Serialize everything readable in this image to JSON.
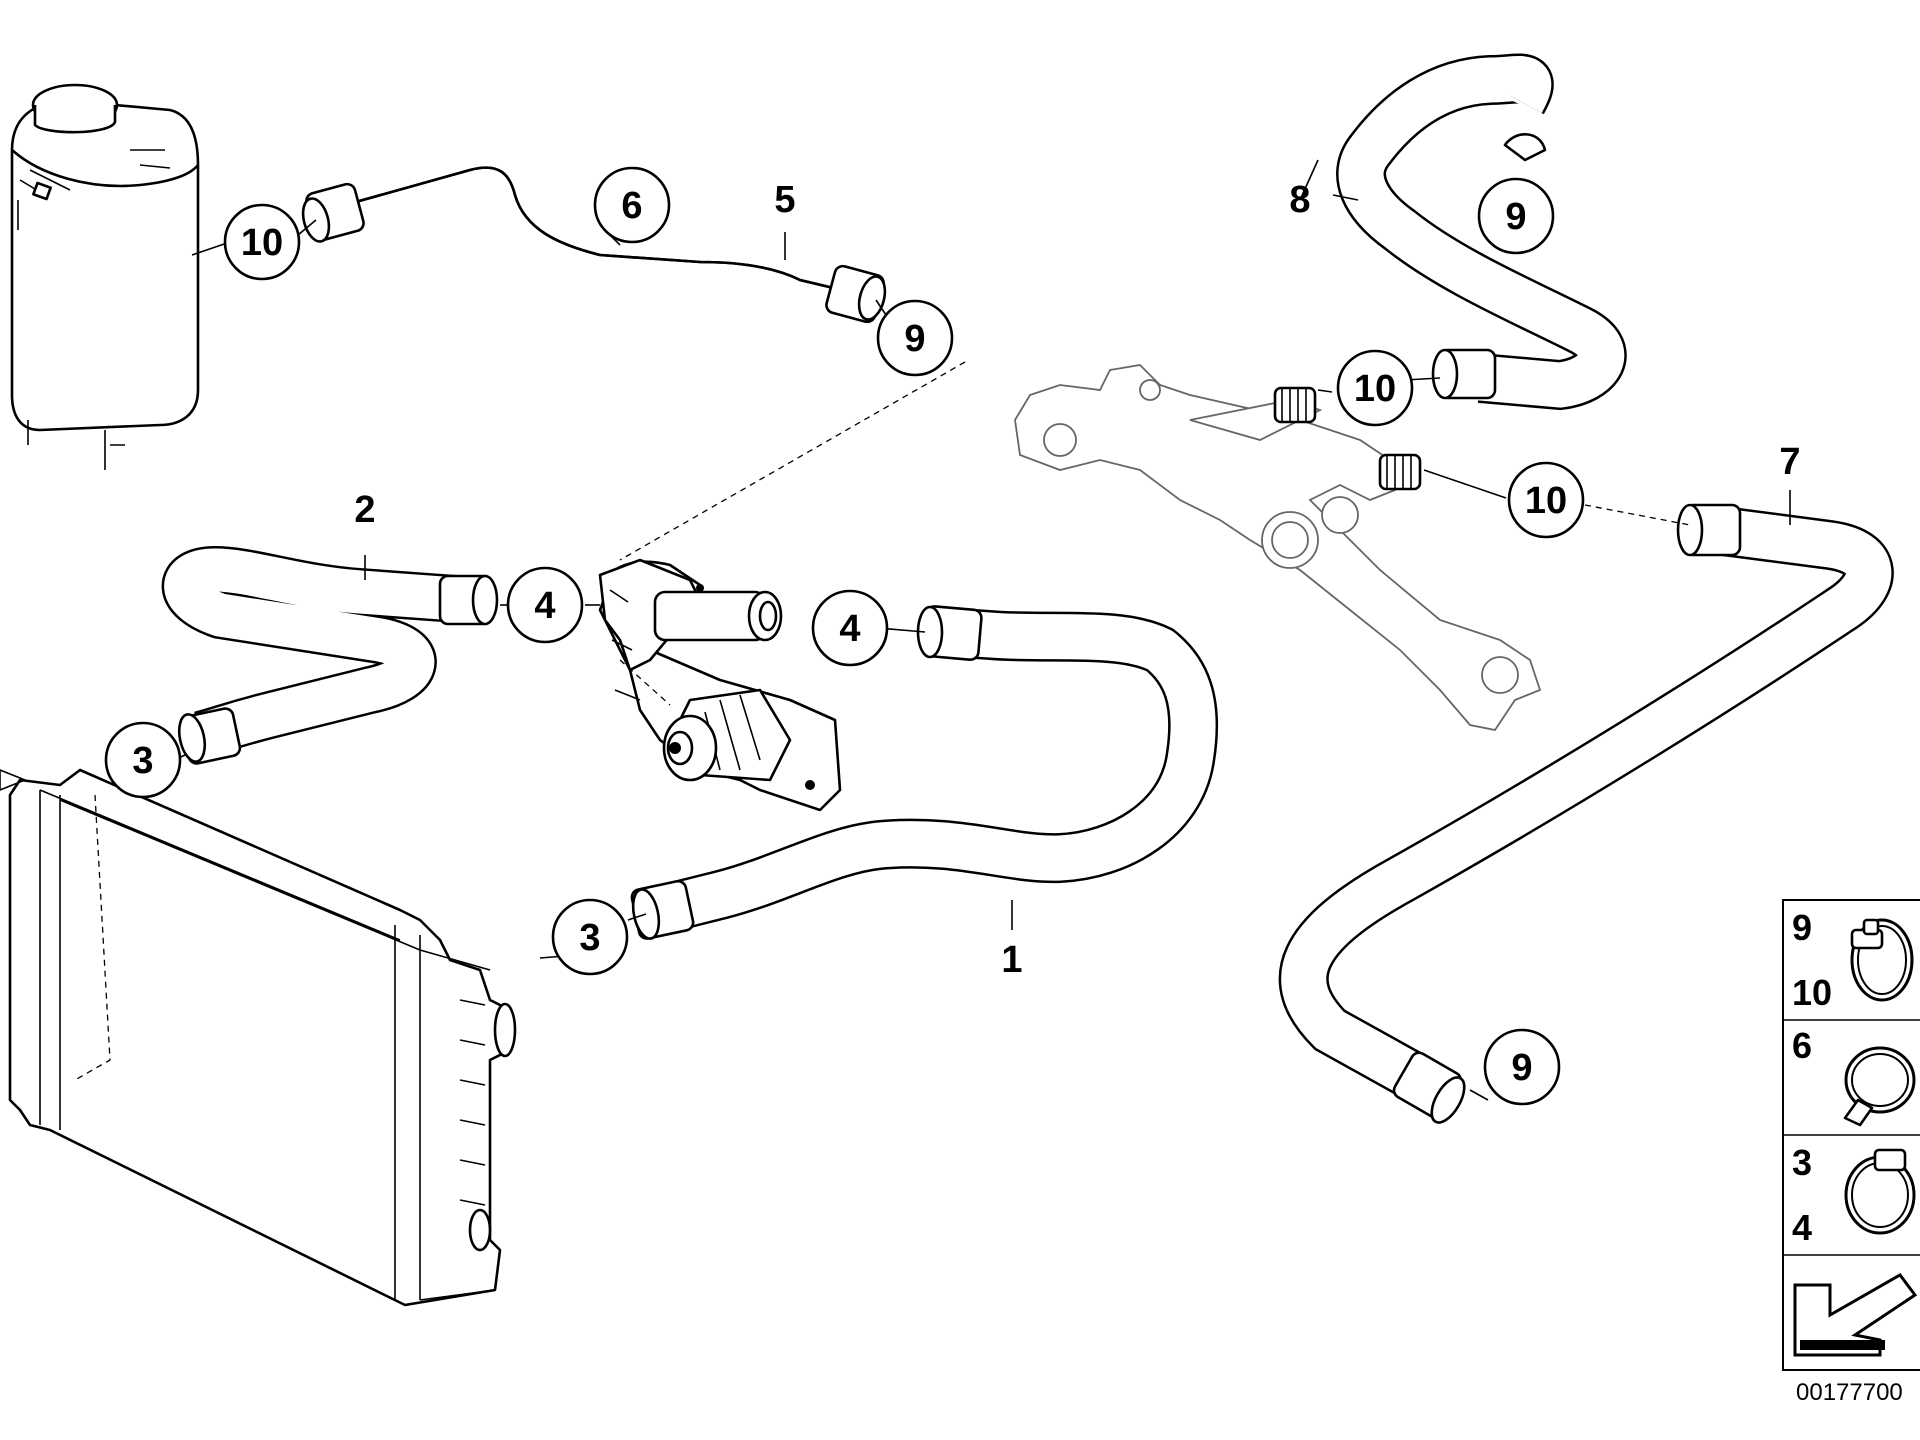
{
  "diagram": {
    "callouts": [
      {
        "id": "callout-10-tank",
        "label": "10"
      },
      {
        "id": "callout-6",
        "label": "6"
      },
      {
        "id": "callout-9-upper-mid",
        "label": "9"
      },
      {
        "id": "callout-9-upper-right",
        "label": "9"
      },
      {
        "id": "callout-10-right-upper",
        "label": "10"
      },
      {
        "id": "callout-10-right-lower",
        "label": "10"
      },
      {
        "id": "callout-4-left",
        "label": "4"
      },
      {
        "id": "callout-4-right",
        "label": "4"
      },
      {
        "id": "callout-3-upper",
        "label": "3"
      },
      {
        "id": "callout-3-lower",
        "label": "3"
      },
      {
        "id": "callout-9-lower-right",
        "label": "9"
      }
    ],
    "part_labels": [
      {
        "id": "label-1",
        "label": "1"
      },
      {
        "id": "label-2",
        "label": "2"
      },
      {
        "id": "label-5",
        "label": "5"
      },
      {
        "id": "label-7",
        "label": "7"
      },
      {
        "id": "label-8",
        "label": "8"
      }
    ],
    "legend": [
      {
        "top": "9",
        "bottom": "10",
        "icon": "screw-clamp-icon"
      },
      {
        "top": "6",
        "bottom": "",
        "icon": "spring-clamp-icon"
      },
      {
        "top": "3",
        "bottom": "4",
        "icon": "hose-clamp-icon"
      }
    ],
    "legend_arrow_icon": "direction-arrow-icon",
    "diagram_id": "00177700"
  }
}
